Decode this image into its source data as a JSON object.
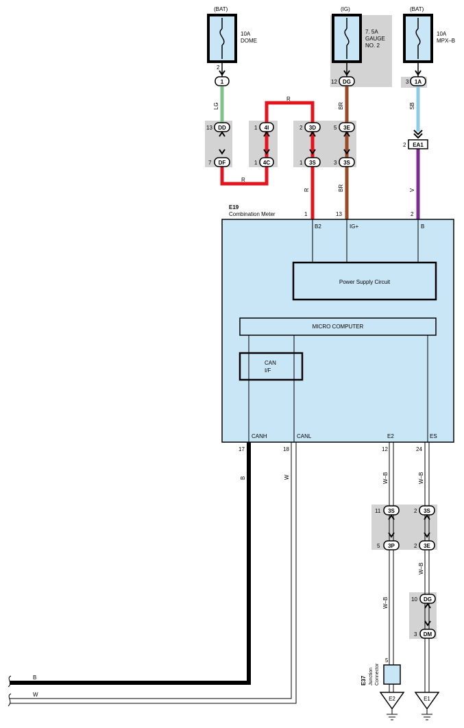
{
  "colors": {
    "meter_fill": "#c9e6f6",
    "connector_bg": "#d3d3d3",
    "fuse_fill": "#c9e6f6",
    "wire_lg": "#7dc28a",
    "wire_r": "#e3141e",
    "wire_br": "#9a4a26",
    "wire_sb": "#8ccbea",
    "wire_v": "#7a2a90",
    "wire_b": "#000000",
    "wire_w": "#ffffff",
    "wire_wb": "#ffffff"
  },
  "fuses": {
    "dome": {
      "source": "(BAT)",
      "rating": "10A",
      "name": "DOME"
    },
    "gauge": {
      "source": "(IG)",
      "rating": "7. 5A",
      "name1": "GAUGE",
      "name2": "NO. 2"
    },
    "mpx": {
      "source": "(BAT)",
      "rating": "10A",
      "name": "MPX–B"
    }
  },
  "connectors": {
    "c1": "1",
    "dg_top": "DG",
    "a1": "1A",
    "dd": "DD",
    "df": "DF",
    "c4i": "4I",
    "c4c": "4C",
    "c3d": "3D",
    "c3s_a": "3S",
    "c3e_a": "3E",
    "c3s_b": "3S",
    "ea1": "EA1",
    "c3s_l": "3S",
    "c3p": "3P",
    "c3s_r": "3S",
    "c3e_r": "3E",
    "dg_low": "DG",
    "dm": "DM"
  },
  "pins": {
    "dome_out": "2",
    "c1_pin": "2",
    "gauge_pin": "12",
    "mpx_pin": "3",
    "dd_pin": "13",
    "df_pin": "7",
    "c4i_pin": "1",
    "c4c_pin": "1",
    "c3d_pin": "2",
    "c3s_pin": "1",
    "c3e_pin": "5",
    "c3s_b_pin": "3",
    "ea1_pin": "2",
    "meter_p1": "1",
    "meter_p13": "13",
    "meter_p2": "2",
    "meter_p17": "17",
    "meter_p18": "18",
    "meter_p12": "12",
    "meter_p24": "24",
    "c3s_l_pin": "11",
    "c3p_pin": "5",
    "c3s_r_pin": "2",
    "c3e_r_pin": "2",
    "dg_low_pin": "10",
    "dm_pin": "3",
    "j_pin": "5"
  },
  "wires": {
    "lg": "LG",
    "r_top": "R",
    "r_bottom": "R",
    "r_right": "R",
    "br1": "BR",
    "br2": "BR",
    "sb": "SB",
    "v": "V",
    "b_vert": "B",
    "w_vert": "W",
    "wb1": "W–B",
    "wb2": "W–B",
    "wb3": "W–B",
    "wb4": "W–B",
    "b_bottom": "B",
    "w_bottom": "W"
  },
  "meter": {
    "id": "E19",
    "name": "Combination Meter",
    "b2": "B2",
    "igp": "IG+",
    "b": "B",
    "power_supply": "Power Supply Circuit",
    "micro": "MICRO COMPUTER",
    "can1": "CAN",
    "can2": "I/F",
    "canh": "CANH",
    "canl": "CANL",
    "e2": "E2",
    "es": "ES"
  },
  "junction": {
    "id": "E37",
    "line1": "Junction",
    "line2": "Connector"
  },
  "grounds": {
    "e2": "E2",
    "e1": "E1"
  }
}
